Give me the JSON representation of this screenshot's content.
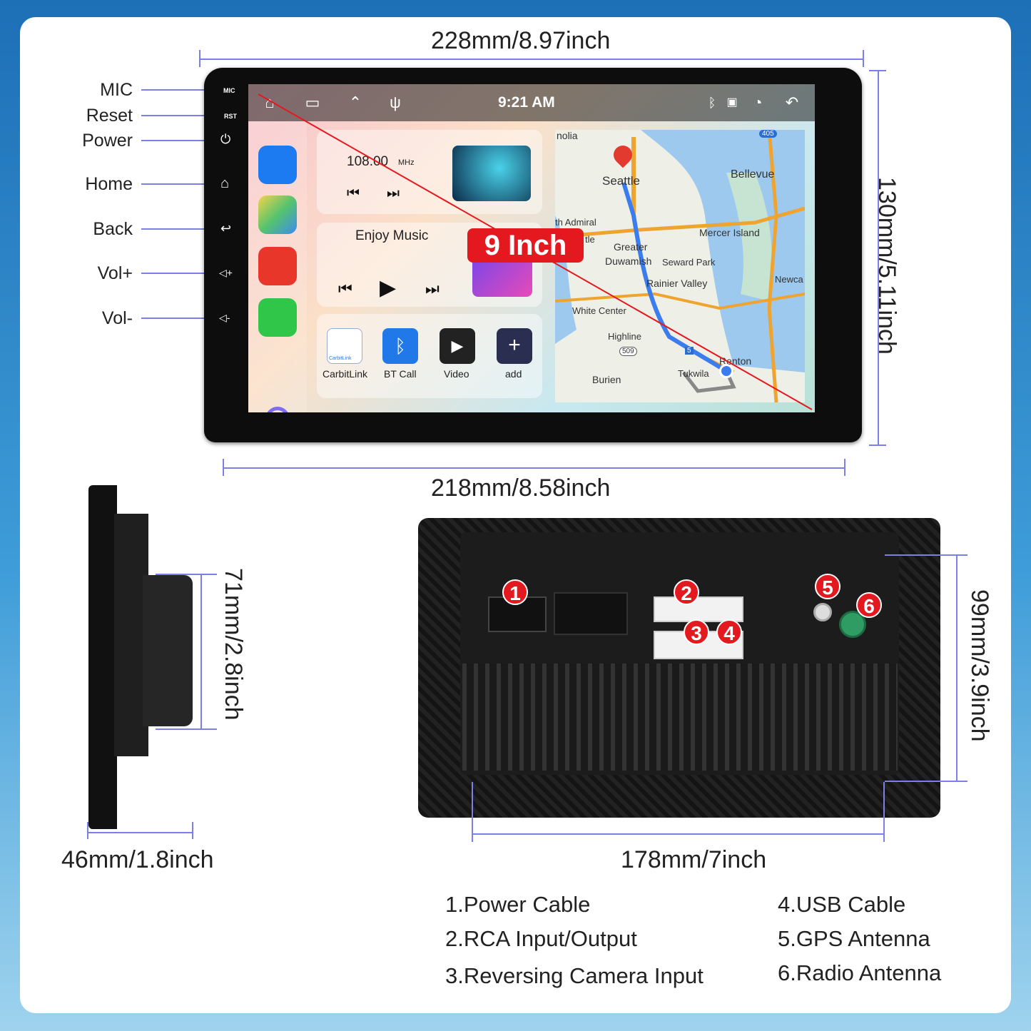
{
  "dimensions": {
    "top_width": "228mm/8.97inch",
    "screen_width": "218mm/8.58inch",
    "height": "130mm/5.11inch",
    "side_depth": "46mm/1.8inch",
    "side_height": "71mm/2.8inch",
    "back_width": "178mm/7inch",
    "back_height": "99mm/3.9inch"
  },
  "side_buttons": [
    {
      "label": "MIC",
      "mark": "MIC"
    },
    {
      "label": "Reset",
      "mark": "RST"
    },
    {
      "label": "Power",
      "mark": "⏻"
    },
    {
      "label": "Home",
      "mark": "⌂"
    },
    {
      "label": "Back",
      "mark": "↩"
    },
    {
      "label": "Vol+",
      "mark": "◁+"
    },
    {
      "label": "Vol-",
      "mark": "◁-"
    }
  ],
  "screen": {
    "time": "9:21 AM",
    "badge": "9 Inch",
    "radio": {
      "frequency": "108.00",
      "unit": "MHz"
    },
    "music": {
      "title": "Enjoy Music"
    },
    "apps": [
      "CarbitLink",
      "BT Call",
      "Video",
      "add"
    ],
    "carbitlink_icon_text": "CarbitLink",
    "map_labels": [
      "nolia",
      "Seattle",
      "Bellevue",
      "th Admiral",
      "tle",
      "Mercer Island",
      "Greater",
      "Duwamish",
      "Seward Park",
      "Rainier Valley",
      "Newca",
      "White Center",
      "Highline",
      "Burien",
      "Tukwila",
      "Renton",
      "405",
      "5",
      "509"
    ]
  },
  "ports": [
    "1",
    "2",
    "3",
    "4",
    "5",
    "6"
  ],
  "legend": {
    "left": [
      "1.Power Cable",
      "2.RCA Input/Output",
      "3.Reversing Camera Input"
    ],
    "right": [
      "4.USB Cable",
      "5.GPS Antenna",
      "6.Radio Antenna"
    ]
  },
  "colors": {
    "accent_line": "#7b7fe6",
    "badge_red": "#e4191f",
    "background_blue": "#1d6fb6"
  }
}
